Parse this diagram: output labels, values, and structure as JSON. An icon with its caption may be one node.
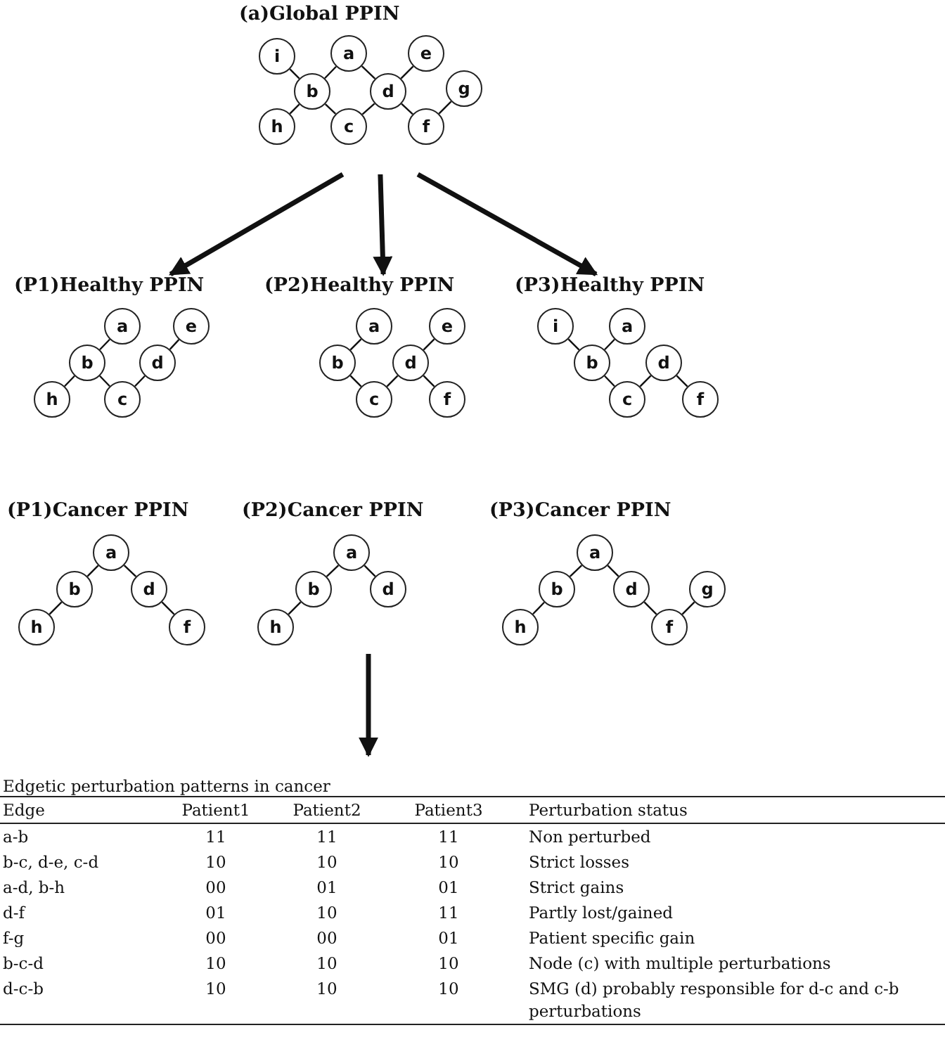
{
  "diagram": {
    "nodes": [
      {
        "text": [
          "(a)Global PPIN"
        ]
      },
      {
        "text": [
          "i"
        ],
        "in": 0
      },
      {
        "text": [
          "a"
        ],
        "in": 0
      },
      {
        "text": [
          "e"
        ],
        "in": 0
      },
      {
        "text": [
          "b"
        ],
        "in": 0
      },
      {
        "text": [
          "d"
        ],
        "in": 0
      },
      {
        "text": [
          "g"
        ],
        "in": 0
      },
      {
        "text": [
          "h"
        ],
        "in": 0
      },
      {
        "text": [
          "c"
        ],
        "in": 0
      },
      {
        "text": [
          "f"
        ],
        "in": 0
      },
      {
        "text": [
          "(P1)Healthy PPIN"
        ]
      },
      {
        "text": [
          "a"
        ],
        "in": 10
      },
      {
        "text": [
          "e"
        ],
        "in": 10
      },
      {
        "text": [
          "b"
        ],
        "in": 10
      },
      {
        "text": [
          "d"
        ],
        "in": 10
      },
      {
        "text": [
          "h"
        ],
        "in": 10
      },
      {
        "text": [
          "c"
        ],
        "in": 10
      },
      {
        "text": [
          "(P2)Healthy PPIN"
        ]
      },
      {
        "text": [
          "a"
        ],
        "in": 17
      },
      {
        "text": [
          "e"
        ],
        "in": 17
      },
      {
        "text": [
          "b"
        ],
        "in": 17
      },
      {
        "text": [
          "d"
        ],
        "in": 17
      },
      {
        "text": [
          "c"
        ],
        "in": 17
      },
      {
        "text": [
          "f"
        ],
        "in": 17
      },
      {
        "text": [
          "(P3)Healthy PPIN"
        ]
      },
      {
        "text": [
          "i"
        ],
        "in": 24
      },
      {
        "text": [
          "a"
        ],
        "in": 24
      },
      {
        "text": [
          "b"
        ],
        "in": 24
      },
      {
        "text": [
          "d"
        ],
        "in": 24
      },
      {
        "text": [
          "c"
        ],
        "in": 24
      },
      {
        "text": [
          "f"
        ],
        "in": 24
      },
      {
        "text": [
          "(P1)Cancer PPIN"
        ]
      },
      {
        "text": [
          "a"
        ],
        "in": 31
      },
      {
        "text": [
          "b"
        ],
        "in": 31
      },
      {
        "text": [
          "d"
        ],
        "in": 31
      },
      {
        "text": [
          "h"
        ],
        "in": 31
      },
      {
        "text": [
          "f"
        ],
        "in": 31
      },
      {
        "text": [
          "(P2)Cancer PPIN"
        ]
      },
      {
        "text": [
          "a"
        ],
        "in": 37
      },
      {
        "text": [
          "b"
        ],
        "in": 37
      },
      {
        "text": [
          "d"
        ],
        "in": 37
      },
      {
        "text": [
          "h"
        ],
        "in": 37
      },
      {
        "text": [
          "(P3)Cancer PPIN"
        ]
      },
      {
        "text": [
          "a"
        ],
        "in": 42
      },
      {
        "text": [
          "b"
        ],
        "in": 42
      },
      {
        "text": [
          "d"
        ],
        "in": 42
      },
      {
        "text": [
          "g"
        ],
        "in": 42
      },
      {
        "text": [
          "h"
        ],
        "in": 42
      },
      {
        "text": [
          "f"
        ],
        "in": 42
      }
    ],
    "edges": [
      {
        "from": 1,
        "to": 4,
        "arrow": "none"
      },
      {
        "from": 2,
        "to": 4,
        "arrow": "none"
      },
      {
        "from": 4,
        "to": 7,
        "arrow": "none"
      },
      {
        "from": 4,
        "to": 8,
        "arrow": "none"
      },
      {
        "from": 2,
        "to": 5,
        "arrow": "none"
      },
      {
        "from": 8,
        "to": 5,
        "arrow": "none"
      },
      {
        "from": 5,
        "to": 3,
        "arrow": "none"
      },
      {
        "from": 5,
        "to": 9,
        "arrow": "none"
      },
      {
        "from": 9,
        "to": 6,
        "arrow": "none"
      },
      {
        "from": 0,
        "to": 10,
        "arrow": "to",
        "style": "thick"
      },
      {
        "from": 0,
        "to": 17,
        "arrow": "to",
        "style": "thick"
      },
      {
        "from": 0,
        "to": 24,
        "arrow": "to",
        "style": "thick"
      },
      {
        "from": 11,
        "to": 13,
        "arrow": "none"
      },
      {
        "from": 13,
        "to": 15,
        "arrow": "none"
      },
      {
        "from": 13,
        "to": 16,
        "arrow": "none"
      },
      {
        "from": 16,
        "to": 14,
        "arrow": "none"
      },
      {
        "from": 14,
        "to": 12,
        "arrow": "none"
      },
      {
        "from": 18,
        "to": 20,
        "arrow": "none"
      },
      {
        "from": 20,
        "to": 22,
        "arrow": "none"
      },
      {
        "from": 22,
        "to": 21,
        "arrow": "none"
      },
      {
        "from": 21,
        "to": 19,
        "arrow": "none"
      },
      {
        "from": 21,
        "to": 23,
        "arrow": "none"
      },
      {
        "from": 25,
        "to": 27,
        "arrow": "none"
      },
      {
        "from": 26,
        "to": 27,
        "arrow": "none"
      },
      {
        "from": 27,
        "to": 29,
        "arrow": "none"
      },
      {
        "from": 29,
        "to": 28,
        "arrow": "none"
      },
      {
        "from": 28,
        "to": 30,
        "arrow": "none"
      },
      {
        "from": 32,
        "to": 33,
        "arrow": "none"
      },
      {
        "from": 32,
        "to": 34,
        "arrow": "none"
      },
      {
        "from": 33,
        "to": 35,
        "arrow": "none"
      },
      {
        "from": 34,
        "to": 36,
        "arrow": "none"
      },
      {
        "from": 38,
        "to": 39,
        "arrow": "none"
      },
      {
        "from": 38,
        "to": 40,
        "arrow": "none"
      },
      {
        "from": 39,
        "to": 41,
        "arrow": "none"
      },
      {
        "from": 43,
        "to": 44,
        "arrow": "none"
      },
      {
        "from": 43,
        "to": 45,
        "arrow": "none"
      },
      {
        "from": 44,
        "to": 47,
        "arrow": "none"
      },
      {
        "from": 45,
        "to": 48,
        "arrow": "none"
      },
      {
        "from": 48,
        "to": 46,
        "arrow": "none"
      },
      {
        "from": 37,
        "to": null,
        "arrow": "to",
        "style": "thick"
      }
    ],
    "labels": [
      "Edgetic perturbation patterns in cancer",
      "Edge",
      "Patient1",
      "Patient2",
      "Patient3",
      "Perturbation status",
      "a-b",
      "11",
      "11",
      "11",
      "Non perturbed",
      "b-c, d-e, c-d",
      "10",
      "10",
      "10",
      "Strict losses",
      "a-d, b-h",
      "00",
      "01",
      "01",
      "Strict gains",
      "d-f",
      "01",
      "10",
      "11",
      "Partly lost/gained",
      "f-g",
      "00",
      "00",
      "01",
      "Patient specific gain",
      "b-c-d",
      "10",
      "10",
      "10",
      "Node (c) with multiple perturbations",
      "d-c-b",
      "10",
      "10",
      "10",
      "SMG (d) probably responsible for d-c and c-b perturbations"
    ]
  }
}
